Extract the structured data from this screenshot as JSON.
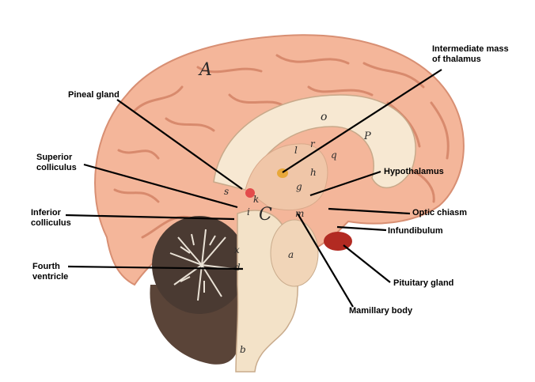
{
  "labels": {
    "intermediate_mass": [
      "Intermediate mass",
      "of thalamus"
    ],
    "pineal_gland": [
      "Pineal gland"
    ],
    "superior_colliculus": [
      "Superior",
      "colliculus"
    ],
    "hypothalamus": [
      "Hypothalamus"
    ],
    "inferior_colliculus": [
      "Inferior",
      "colliculus"
    ],
    "optic_chiasm": [
      "Optic chiasm"
    ],
    "infundibulum": [
      "Infundibulum"
    ],
    "fourth_ventricle": [
      "Fourth",
      "ventricle"
    ],
    "pituitary_gland": [
      "Pituitary gland"
    ],
    "mamillary_body": [
      "Mamillary body"
    ]
  },
  "model_letters": {
    "a_upper": "A",
    "o": "o",
    "p": "P",
    "r": "r",
    "q": "q",
    "l": "l",
    "h": "h",
    "g": "g",
    "s": "s",
    "k": "k",
    "i": "i",
    "c": "C",
    "m": "m",
    "a": "a",
    "x": "x",
    "d": "d",
    "b": "b"
  },
  "colors": {
    "cortex": "#f4b69a",
    "cortex_shadow": "#e0957a",
    "white_matter": "#f7e8d2",
    "cerebellum_dark": "#4a3a32",
    "cerebellum_light": "#eae2d6",
    "brainstem_dark": "#5a4438",
    "pituitary": "#b22a22",
    "line": "#000000"
  }
}
